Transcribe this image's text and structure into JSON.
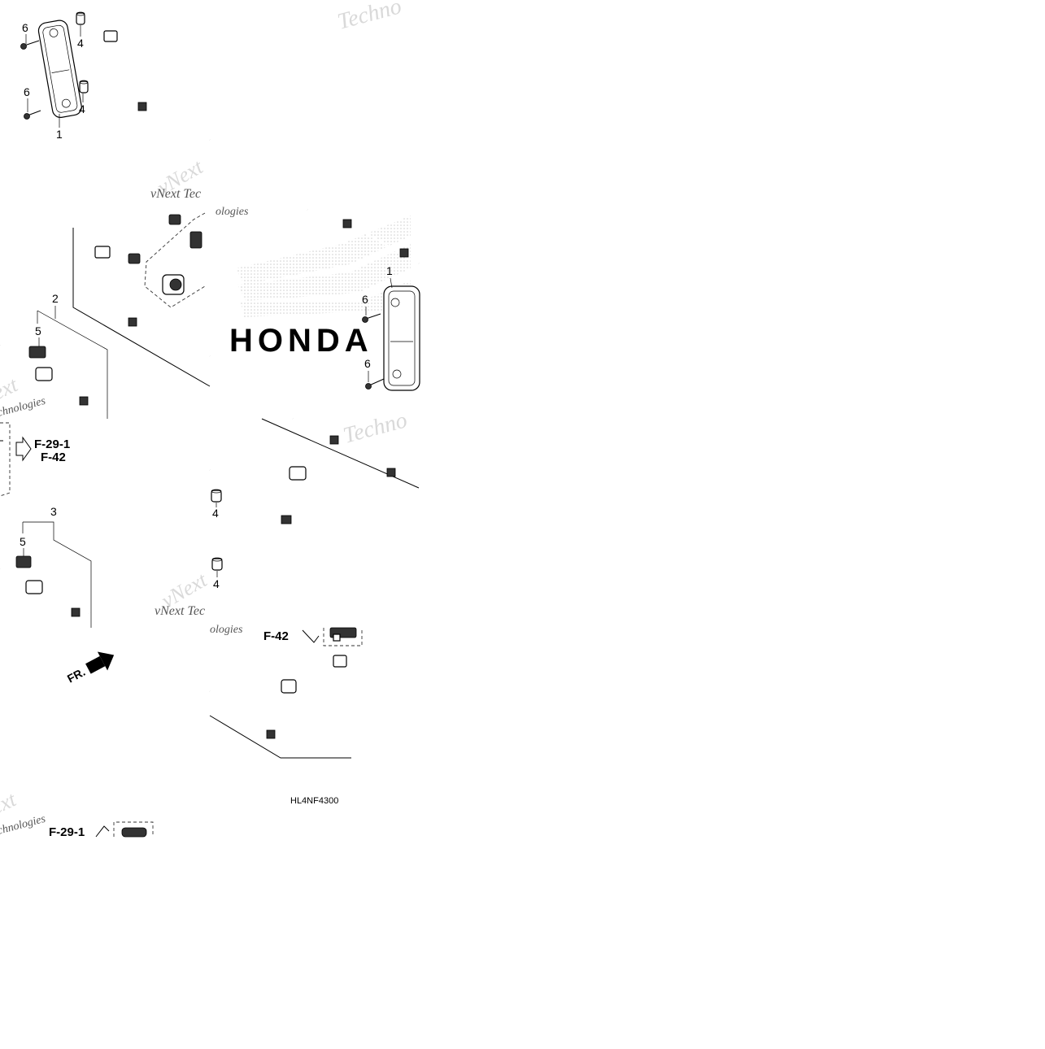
{
  "diagram": {
    "drawing_code": "HL4NF4300",
    "front_label": "FR.",
    "brand_watermark": "HONDA",
    "watermarks": {
      "technologies_fragment": "Techno",
      "vnext_text": "vNext Tec",
      "vnext_word": "vNext",
      "logies_fragment": "ologies",
      "next_fragment": "ext",
      "chnologies_fragment": "chnologies"
    },
    "callouts": {
      "part_1": "1",
      "part_2": "2",
      "part_3": "3",
      "part_4": "4",
      "part_5": "5",
      "part_6": "6"
    },
    "cross_references": {
      "ref_a": "F-29-1",
      "ref_b": "F-42"
    }
  }
}
